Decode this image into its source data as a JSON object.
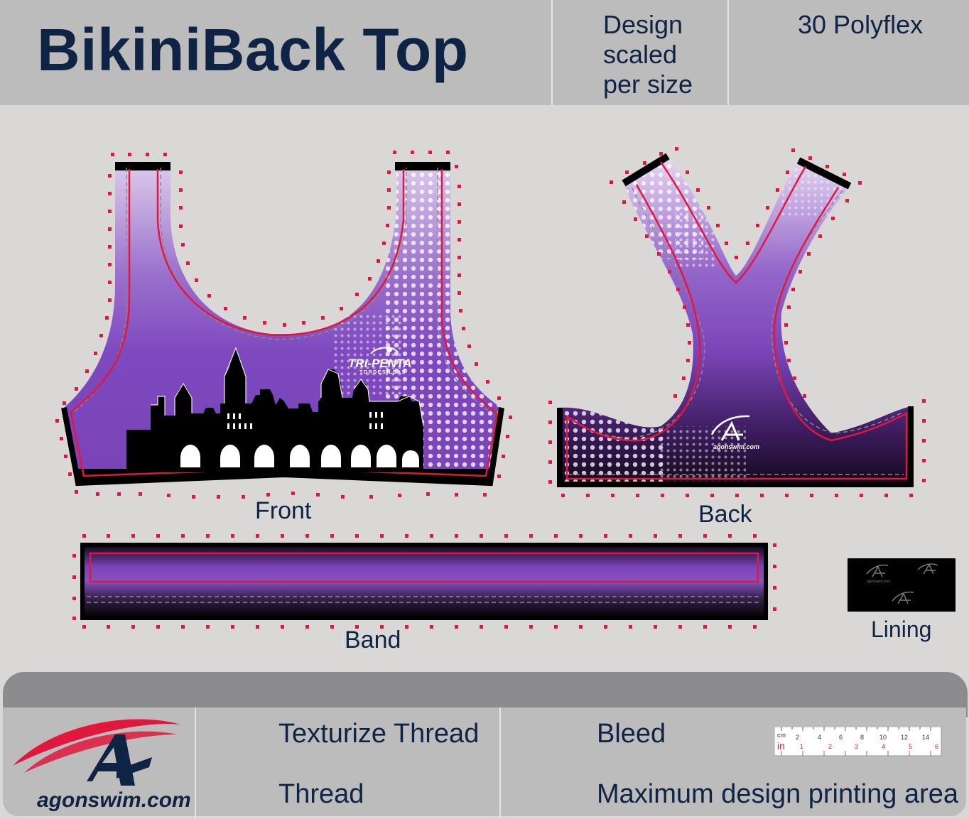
{
  "header": {
    "title": "BikiniBack Top",
    "design_note_lines": [
      "Design",
      "scaled",
      "per size"
    ],
    "fabric": "30 Polyflex"
  },
  "pieces": {
    "front": "Front",
    "back": "Back",
    "band": "Band",
    "lining": "Lining"
  },
  "artwork": {
    "front_logo_main": "TRI-PENTA",
    "front_logo_sub": "TORDESILLAS",
    "back_logo": "agonswim.com",
    "lining_logo": "agonswim.com"
  },
  "legend": {
    "texturize_thread": "Texturize Thread",
    "thread": "Thread",
    "bleed": "Bleed",
    "max_area": "Maximum design printing area"
  },
  "ruler": {
    "cm_label": "cm",
    "in_label": "in",
    "cm_ticks": [
      "2",
      "4",
      "6",
      "8",
      "10",
      "12",
      "14"
    ],
    "in_ticks": [
      "1",
      "2",
      "3",
      "4",
      "5",
      "6"
    ]
  },
  "brand": {
    "site": "agonswim.com"
  },
  "colors": {
    "navy": "#0f2444",
    "purple": "#8552c0",
    "red": "#e2173d",
    "background": "#d9d8d6"
  }
}
